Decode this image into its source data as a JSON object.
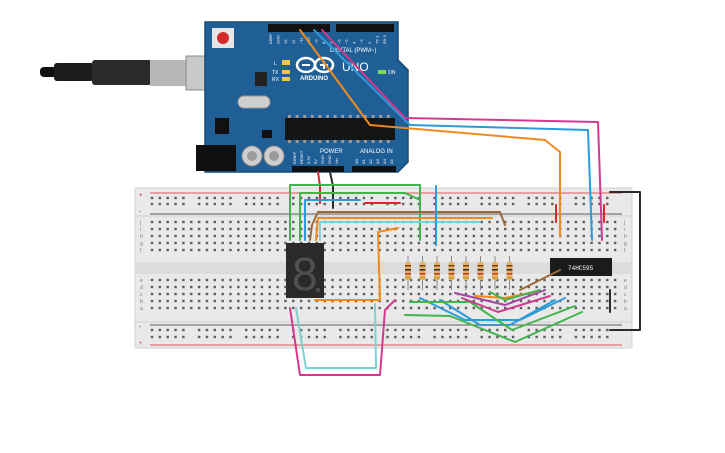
{
  "arduino": {
    "logo_text": "ARDUINO",
    "model": "UNO",
    "digital_label": "DIGITAL (PWM~)",
    "power_label": "POWER",
    "analog_label": "ANALOG IN",
    "led_on": "ON",
    "led_tx": "TX",
    "led_rx": "RX",
    "led_l": "L",
    "top_pins": [
      "AREF",
      "GND",
      "13",
      "12",
      "~11",
      "~10",
      "~9",
      "8",
      "7",
      "~6",
      "~5",
      "4",
      "~3",
      "2",
      "TX 1",
      "RX 0"
    ],
    "power_pins": [
      "IOREF",
      "RESET",
      "3.3V",
      "5V",
      "GND",
      "GND",
      "Vin"
    ],
    "analog_pins": [
      "A0",
      "A1",
      "A2",
      "A3",
      "A4",
      "A5"
    ]
  },
  "breadboard": {
    "row_letters_top": [
      "j",
      "i",
      "h",
      "g",
      "f"
    ],
    "row_letters_bottom": [
      "e",
      "d",
      "c",
      "b",
      "a"
    ],
    "rail_plus": "+",
    "rail_minus": "-",
    "column_count": 60
  },
  "display": {
    "digit": "8"
  },
  "chip": {
    "label": "74HC595"
  },
  "colors": {
    "arduino_blue": "#1f5f96",
    "breadboard": "#e9e9e9",
    "wire_orange": "#ef8a1c",
    "wire_magenta": "#d2398f",
    "wire_blue": "#2d9bd8",
    "wire_green": "#41b54a",
    "wire_brown": "#9a6a3e",
    "wire_red": "#d8282a",
    "wire_black": "#2b2b2b",
    "wire_teal": "#7fd1d1",
    "wire_purple": "#a646a7"
  }
}
